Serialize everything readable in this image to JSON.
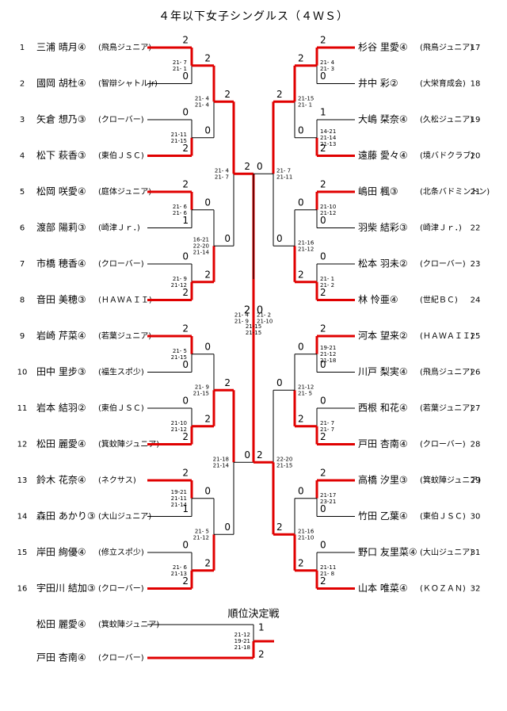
{
  "title": "４年以下女子シングルス（４ＷＳ）",
  "colors": {
    "win": "#e00000",
    "line": "#000000"
  },
  "players_left": [
    {
      "no": "1",
      "name": "三浦 晴月④",
      "team": "(飛鳥ジュニア)"
    },
    {
      "no": "2",
      "name": "國岡 胡杜④",
      "team": "(智辯シャトルJr)"
    },
    {
      "no": "3",
      "name": "矢倉 想乃③",
      "team": "(クローバー)"
    },
    {
      "no": "4",
      "name": "松下 萩香③",
      "team": "(東伯ＪＳＣ)"
    },
    {
      "no": "5",
      "name": "松岡 咲愛④",
      "team": "(庭体ジュニア)"
    },
    {
      "no": "6",
      "name": "渡部 陽莉③",
      "team": "(崎津Ｊｒ．)"
    },
    {
      "no": "7",
      "name": "市橋 穂香④",
      "team": "(クローバー)"
    },
    {
      "no": "8",
      "name": "音田 美穂③",
      "team": "(ＨＡＷＡＩＩ)"
    },
    {
      "no": "9",
      "name": "岩崎 芹菜④",
      "team": "(若葉ジュニア)"
    },
    {
      "no": "10",
      "name": "田中 里步③",
      "team": "(福生スポ少)"
    },
    {
      "no": "11",
      "name": "岩本 結羽②",
      "team": "(東伯ＪＳＣ)"
    },
    {
      "no": "12",
      "name": "松田 麗愛④",
      "team": "(箕蚊陣ジュニア)"
    },
    {
      "no": "13",
      "name": "鈴木 花奈④",
      "team": "(ネクサス)"
    },
    {
      "no": "14",
      "name": "森田 あかり③",
      "team": "(大山ジュニア)"
    },
    {
      "no": "15",
      "name": "岸田 絢優④",
      "team": "(修立スポ少)"
    },
    {
      "no": "16",
      "name": "宇田川 結加③",
      "team": "(クローバー)"
    }
  ],
  "players_right": [
    {
      "no": "17",
      "name": "杉谷 里愛④",
      "team": "(飛鳥ジュニア)"
    },
    {
      "no": "18",
      "name": "井中 彩②",
      "team": "(大栄育成会)"
    },
    {
      "no": "19",
      "name": "大嶋 栞奈④",
      "team": "(久松ジュニア)"
    },
    {
      "no": "20",
      "name": "遠藤 愛々④",
      "team": "(境バドクラブ)"
    },
    {
      "no": "21",
      "name": "嶋田 楓③",
      "team": "(北条バドミントン)"
    },
    {
      "no": "22",
      "name": "羽柴 結彩③",
      "team": "(崎津Ｊｒ．)"
    },
    {
      "no": "23",
      "name": "松本 羽未②",
      "team": "(クローバー)"
    },
    {
      "no": "24",
      "name": "林 怜亜④",
      "team": "(世紀ＢＣ)"
    },
    {
      "no": "25",
      "name": "河本 望来②",
      "team": "(ＨＡＷＡＩＩ)"
    },
    {
      "no": "26",
      "name": "川戸 梨実④",
      "team": "(飛鳥ジュニア)"
    },
    {
      "no": "27",
      "name": "西根 和花④",
      "team": "(若葉ジュニア)"
    },
    {
      "no": "28",
      "name": "戸田 杏南④",
      "team": "(クローバー)"
    },
    {
      "no": "29",
      "name": "高橋 汐里③",
      "team": "(箕蚊陣ジュニア)"
    },
    {
      "no": "30",
      "name": "竹田 乙葉④",
      "team": "(東伯ＪＳＣ)"
    },
    {
      "no": "31",
      "name": "野口 友里菜④",
      "team": "(大山ジュニア)"
    },
    {
      "no": "32",
      "name": "山本 唯菜④",
      "team": "(ＫＯＺＡＮ)"
    }
  ],
  "left_r1": [
    {
      "top": "2",
      "bot": "0",
      "scores": [
        "21- 7",
        "21- 1"
      ],
      "win": "top"
    },
    {
      "top": "0",
      "bot": "2",
      "scores": [
        "21-11",
        "21-15"
      ],
      "win": "bot"
    },
    {
      "top": "2",
      "bot": "1",
      "scores": [
        "21- 6",
        "21- 6"
      ],
      "win": "top"
    },
    {
      "top": "0",
      "bot": "2",
      "scores": [
        "21- 9",
        "21-12"
      ],
      "win": "bot"
    },
    {
      "top": "2",
      "bot": "0",
      "scores": [
        "21- 5",
        "21-15"
      ],
      "win": "top"
    },
    {
      "top": "0",
      "bot": "2",
      "scores": [
        "21-10",
        "21-12"
      ],
      "win": "bot"
    },
    {
      "top": "2",
      "bot": "1",
      "scores": [
        "19-21",
        "21-11",
        "21-14"
      ],
      "win": "top"
    },
    {
      "top": "0",
      "bot": "2",
      "scores": [
        "21- 6",
        "21-13"
      ],
      "win": "bot"
    }
  ],
  "left_r2": [
    {
      "top": "2",
      "bot": "0",
      "scores": [
        "21- 4",
        "21- 4"
      ],
      "win": "top"
    },
    {
      "top": "0",
      "bot": "2",
      "scores": [
        "16-21",
        "22-20",
        "21-14"
      ],
      "win": "bot"
    },
    {
      "top": "0",
      "bot": "2",
      "scores": [
        "21- 9",
        "21-15"
      ],
      "win": "bot"
    },
    {
      "top": "0",
      "bot": "2",
      "scores": [
        "21- 5",
        "21-12"
      ],
      "win": "bot"
    }
  ],
  "left_r3": [
    {
      "top": "2",
      "bot": "0",
      "scores": [
        "21- 4",
        "21- 7"
      ],
      "win": "top"
    },
    {
      "top": "2",
      "bot": "0",
      "scores": [
        "21-18",
        "21-14"
      ],
      "win": "top"
    }
  ],
  "left_r4": {
    "top": "2",
    "bot": "0",
    "scores": [
      "21- 4",
      "21- 9"
    ],
    "win": "top"
  },
  "right_r1": [
    {
      "top": "2",
      "bot": "0",
      "scores": [
        "21- 4",
        "21- 3"
      ],
      "win": "top"
    },
    {
      "top": "1",
      "bot": "2",
      "scores": [
        "14-21",
        "21-14",
        "21-13"
      ],
      "win": "bot"
    },
    {
      "top": "2",
      "bot": "0",
      "scores": [
        "21-10",
        "21-12"
      ],
      "win": "top"
    },
    {
      "top": "0",
      "bot": "2",
      "scores": [
        "21- 1",
        "21- 2"
      ],
      "win": "bot"
    },
    {
      "top": "2",
      "bot": "0",
      "scores": [
        "19-21",
        "21-12",
        "21-18"
      ],
      "win": "top"
    },
    {
      "top": "0",
      "bot": "2",
      "scores": [
        "21- 7",
        "21- 7"
      ],
      "win": "bot"
    },
    {
      "top": "2",
      "bot": "0",
      "scores": [
        "21-17",
        "23-21"
      ],
      "win": "top"
    },
    {
      "top": "0",
      "bot": "2",
      "scores": [
        "21-11",
        "21- 8"
      ],
      "win": "bot"
    }
  ],
  "right_r2": [
    {
      "top": "2",
      "bot": "0",
      "scores": [
        "21-15",
        "21- 1"
      ],
      "win": "top"
    },
    {
      "top": "0",
      "bot": "2",
      "scores": [
        "21-16",
        "21-12"
      ],
      "win": "bot"
    },
    {
      "top": "0",
      "bot": "2",
      "scores": [
        "21-12",
        "21- 5"
      ],
      "win": "bot"
    },
    {
      "top": "0",
      "bot": "2",
      "scores": [
        "21-16",
        "21-10"
      ],
      "win": "bot"
    }
  ],
  "right_r3": [
    {
      "top": "2",
      "bot": "0",
      "scores": [
        "21- 7",
        "21-11"
      ],
      "win": "top"
    },
    {
      "top": "0",
      "bot": "2",
      "scores": [
        "22-20",
        "21-15"
      ],
      "win": "bot"
    }
  ],
  "right_r4": {
    "top": "0",
    "bot": "2",
    "scores": [
      "21- 2",
      "21-10"
    ],
    "win": "bot"
  },
  "final": {
    "left": "2",
    "right": "0",
    "scores": [
      "21-15",
      "21-15"
    ],
    "win": "left"
  },
  "playoff": {
    "title": "順位決定戦",
    "players": [
      {
        "name": "松田 麗愛④",
        "team": "(箕蚊陣ジュニア)",
        "result": "1"
      },
      {
        "name": "戸田 杏南④",
        "team": "(クローバー)",
        "result": "2"
      }
    ],
    "scores": [
      "21-12",
      "19-21",
      "21-18"
    ],
    "win": "bot"
  }
}
